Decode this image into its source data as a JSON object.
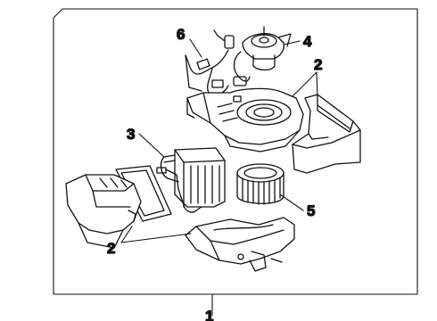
{
  "callouts": {
    "c1": "1",
    "c2_top": "2",
    "c2_bottom": "2",
    "c3": "3",
    "c4": "4",
    "c5": "5",
    "c6": "6"
  },
  "colors": {
    "ink": "#111111",
    "paper": "#ffffff"
  }
}
